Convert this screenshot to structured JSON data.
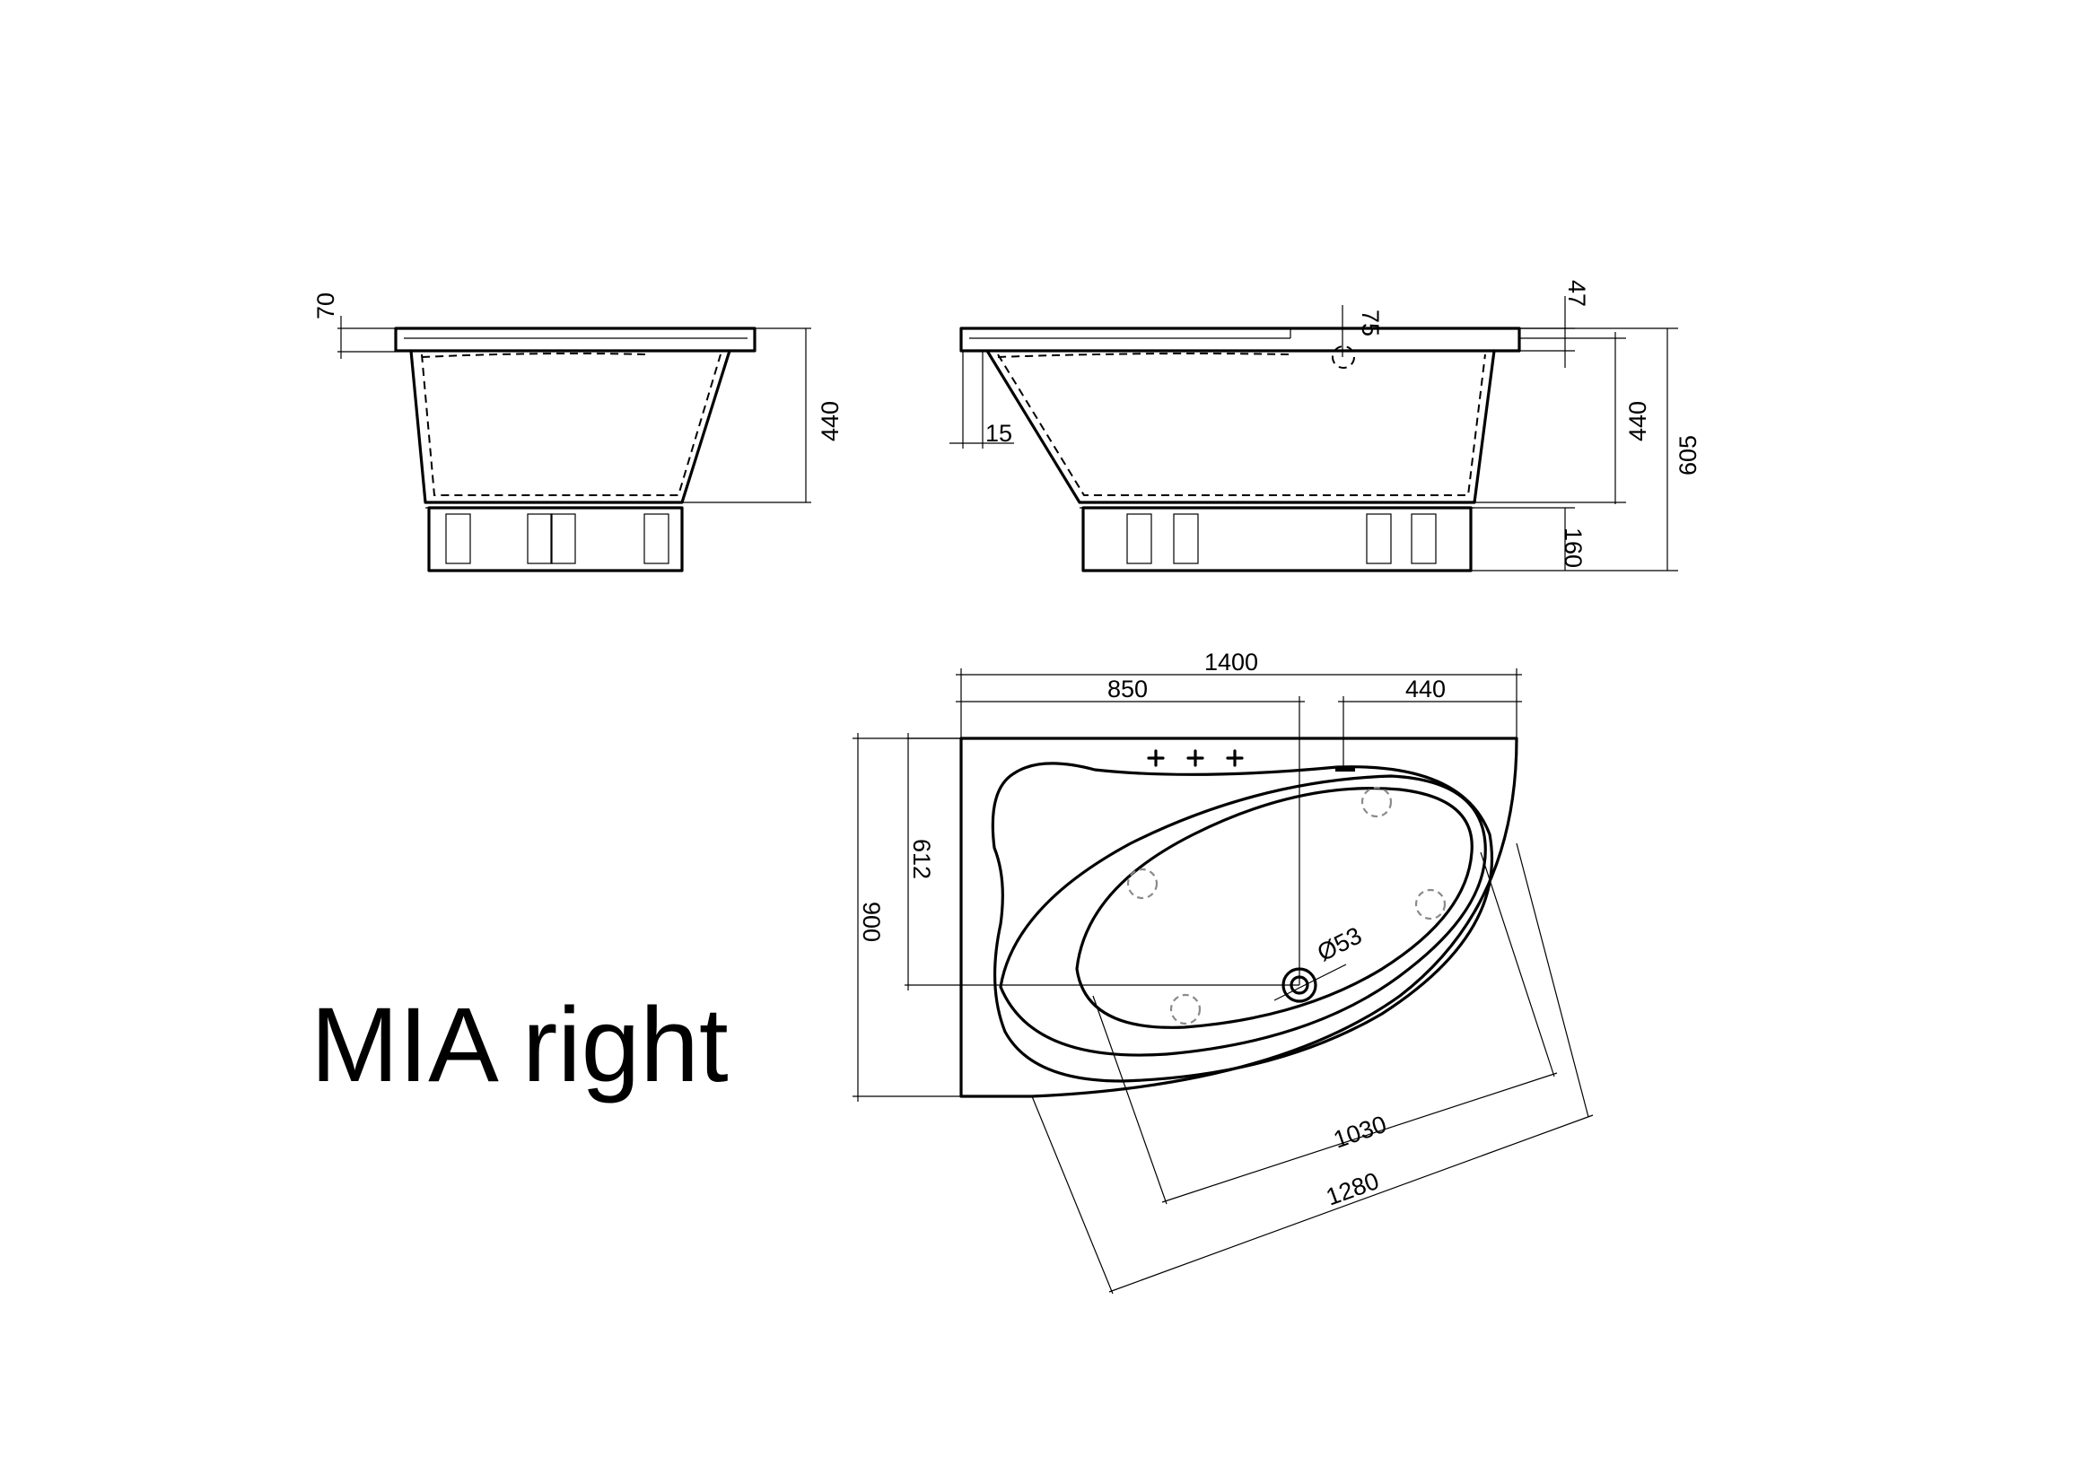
{
  "model_name": "MIA right",
  "end_view": {
    "dim_rim": "70",
    "dim_depth": "440"
  },
  "side_view": {
    "dim_overflow": "75",
    "dim_rim": "47",
    "dim_inner_wall": "15",
    "dim_depth": "440",
    "dim_total_height": "605",
    "dim_base": "160"
  },
  "plan_view": {
    "dim_length": "1400",
    "dim_drain_offset": "850",
    "dim_overflow_offset": "440",
    "dim_width": "900",
    "dim_drain_depth": "612",
    "dim_drain_diameter": "Ø53",
    "dim_basin_length": "1030",
    "dim_diagonal": "1280"
  }
}
